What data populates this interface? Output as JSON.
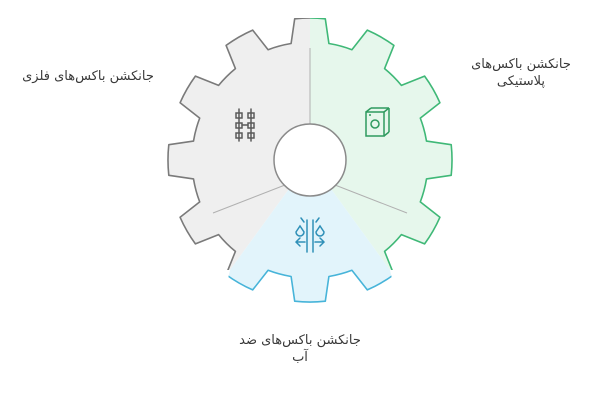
{
  "segments": [
    {
      "id": "metal",
      "label": "جانکشن باکس‌های فلزی",
      "fill": "#efefef",
      "stroke": "#7a7a7a",
      "icon": "junction-box-icon",
      "icon_color": "#5a5a5a"
    },
    {
      "id": "plastic",
      "label": "جانکشن باکس‌های\nپلاستیکی",
      "fill": "#e6f7ec",
      "stroke": "#3fb877",
      "icon": "plastic-box-icon",
      "icon_color": "#2f9a5f"
    },
    {
      "id": "water",
      "label": "جانکشن باکس‌های ضد\nآب",
      "fill": "#e2f4fb",
      "stroke": "#47b4d9",
      "icon": "water-drop-connector-icon",
      "icon_color": "#2f90b8"
    }
  ]
}
